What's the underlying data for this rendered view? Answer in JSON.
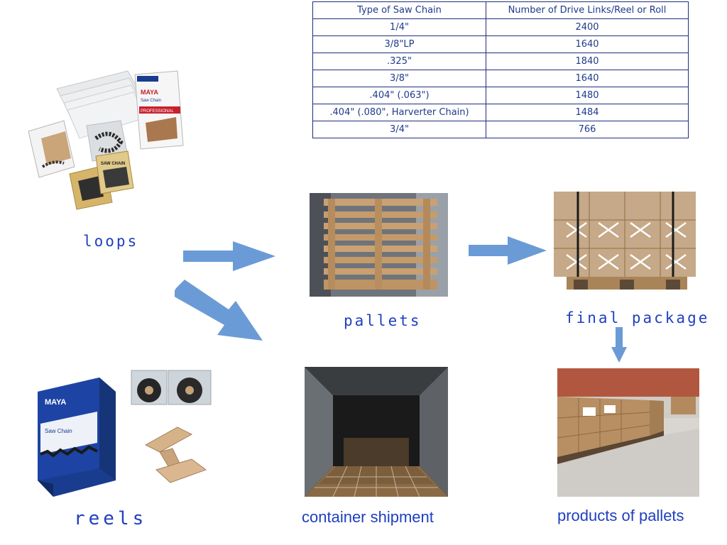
{
  "table": {
    "headers": [
      "Type of Saw Chain",
      "Number of Drive Links/Reel or Roll"
    ],
    "rows": [
      [
        "1/4\"",
        "2400"
      ],
      [
        "3/8\"LP",
        "1640"
      ],
      [
        ".325\"",
        "1840"
      ],
      [
        "3/8\"",
        "1640"
      ],
      [
        ".404\" (.063\")",
        "1480"
      ],
      [
        ".404\" (.080\", Harverter Chain)",
        "1484"
      ],
      [
        "3/4\"",
        "766"
      ]
    ]
  },
  "captions": {
    "loops": "loops",
    "pallets": "pallets",
    "final_package": "final package",
    "reels": "reels",
    "container_shipment": "container shipment",
    "products_of_pallets": "products of pallets"
  },
  "brand": {
    "logo": "MAYA",
    "sub": "Saw Chain",
    "box_text": "PROFESSIONAL",
    "bag_text": "SAW CHAIN"
  },
  "colors": {
    "caption": "#1f3fbf",
    "arrow": "#6b9bd6",
    "table_text": "#1f3a8a",
    "brand_blue": "#1a3c8f",
    "brand_red": "#c8202c"
  },
  "icons": {
    "arrow": "right-arrow-icon"
  }
}
